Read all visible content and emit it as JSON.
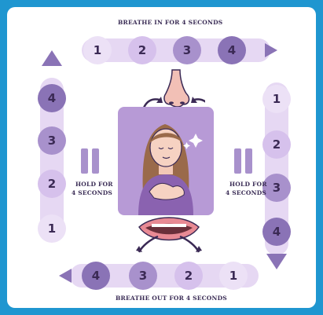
{
  "labels": {
    "top": "BREATHE IN FOR 4 SECONDS",
    "left_hold_line1": "HOLD FOR",
    "left_hold_line2": "4 SECONDS",
    "right_hold_line1": "HOLD FOR",
    "right_hold_line2": "4 SECONDS",
    "bottom": "BREATHE OUT FOR 4 SECONDS"
  },
  "sequences": {
    "top": [
      "1",
      "2",
      "3",
      "4"
    ],
    "right": [
      "1",
      "2",
      "3",
      "4"
    ],
    "bottom": [
      "4",
      "3",
      "2",
      "1"
    ],
    "left": [
      "4",
      "3",
      "2",
      "1"
    ]
  },
  "colors": {
    "border": "#1f96d0",
    "step1": "#ece1f6",
    "step2": "#d6c1ec",
    "step3": "#a891cc",
    "step4": "#8a73b6",
    "arrow": "#8a73b6",
    "text": "#3a2c55"
  },
  "icons": [
    "nose-icon",
    "mouth-icon",
    "woman-breathing-icon",
    "pause-icon",
    "arrow-icon"
  ]
}
